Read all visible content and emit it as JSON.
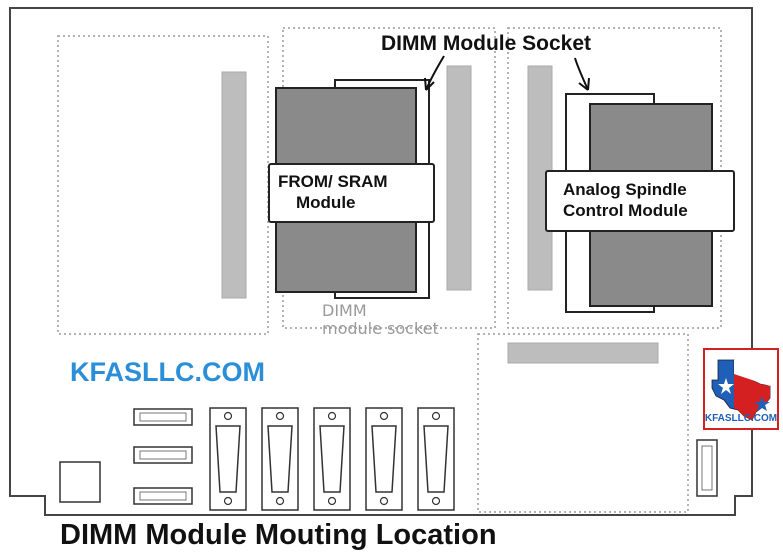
{
  "labels": {
    "socket_top": "DIMM Module Socket",
    "from_sram_line1": "FROM/ SRAM",
    "from_sram_line2": "Module",
    "analog_line1": "Analog Spindle",
    "analog_line2": "Control Module",
    "dimm_line1": "DIMM",
    "dimm_line2": "module socket",
    "brand": "KFASLLC.COM",
    "logo_text": "KFASLLC.COM",
    "caption": "DIMM Module Mouting Location"
  },
  "colors": {
    "board_outline": "#444444",
    "module_fill": "#8a8a8a",
    "socket_bar": "#bdbdbd",
    "brand_blue": "#2a8fd8",
    "logo_red": "#d42020",
    "logo_blue": "#1f5fb8"
  },
  "icons": [
    "board-outline",
    "dimm-socket",
    "module-card",
    "db-connector",
    "ribbon-header",
    "texas-flag-logo"
  ]
}
